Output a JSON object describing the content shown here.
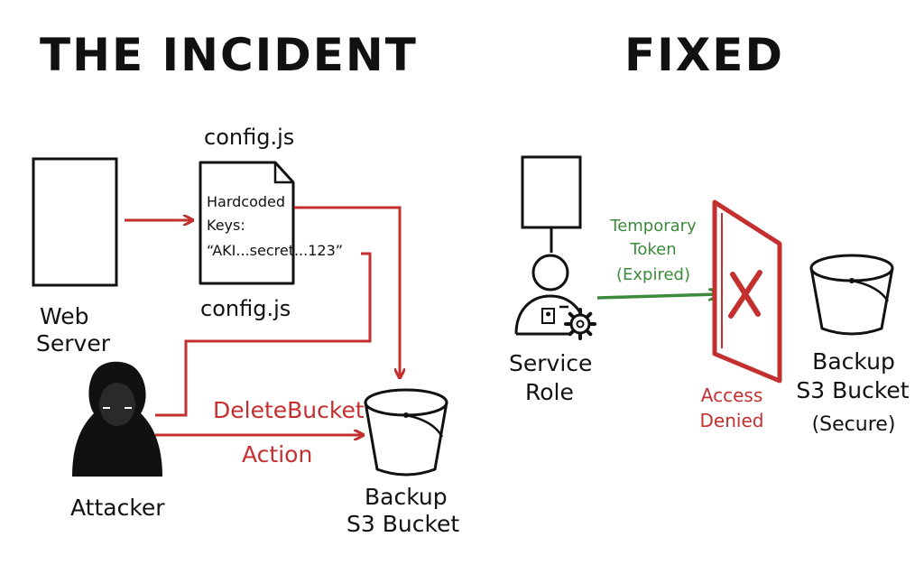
{
  "titles": {
    "incident": "THE INCIDENT",
    "fixed": "FIXED"
  },
  "incident": {
    "file_label_top": "config.js",
    "file_label_bottom": "config.js",
    "file_line1": "Hardcoded",
    "file_line2": "Keys:",
    "file_line3": "“AKI...secret...123”",
    "web_server_line1": "Web",
    "web_server_line2": "Server",
    "attacker": "Attacker",
    "delete_bucket": "DeleteBucket",
    "action": "Action",
    "bucket_line1": "Backup",
    "bucket_line2": "S3 Bucket"
  },
  "fixed": {
    "token_line1": "Temporary",
    "token_line2": "Token",
    "token_line3": "(Expired)",
    "service_line1": "Service",
    "service_line2": "Role",
    "access_line1": "Access",
    "access_line2": "Denied",
    "bucket_line1": "Backup",
    "bucket_line2": "S3 Bucket",
    "bucket_line3": "(Secure)"
  },
  "colors": {
    "ink": "#111111",
    "red": "#c42f2f",
    "green": "#3c8a3c"
  },
  "icons": [
    "document-icon",
    "hacker-icon",
    "bucket-icon",
    "service-role-icon",
    "gear-icon",
    "access-barrier-icon",
    "x-mark-icon"
  ]
}
